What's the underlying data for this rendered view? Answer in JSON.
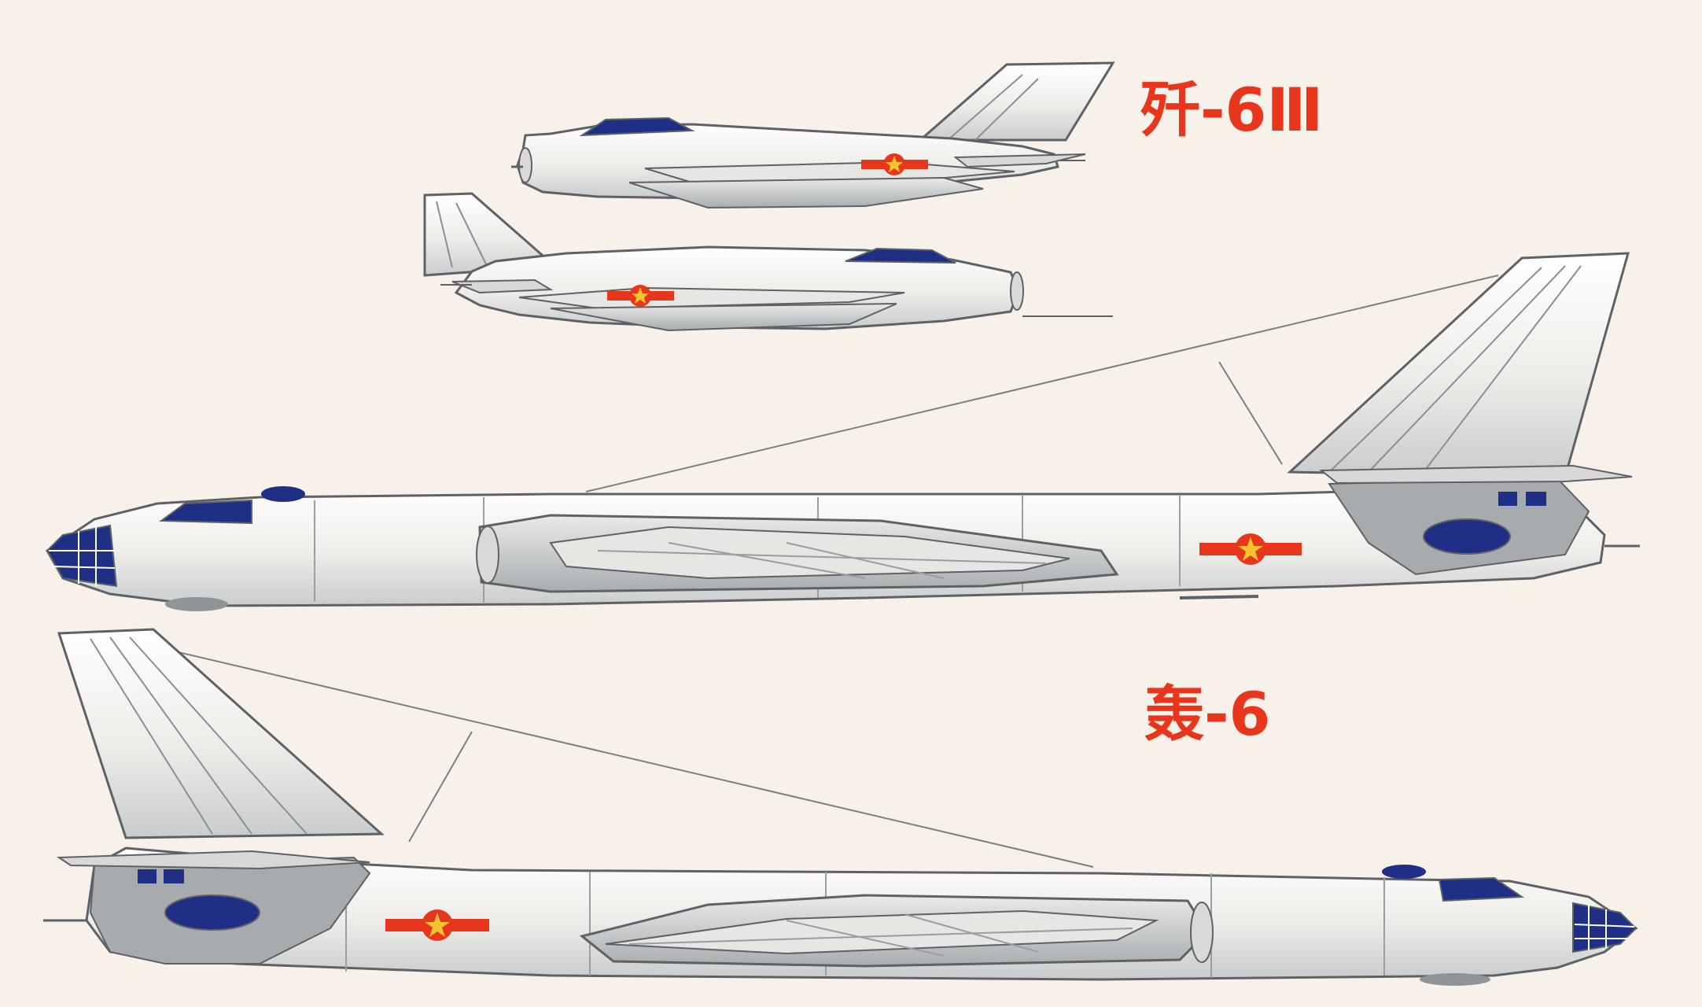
{
  "labels": {
    "fighter": "歼-6Ⅲ",
    "bomber": "轰-6"
  },
  "colors": {
    "background": "#f8f1e9",
    "label": "#e8361c",
    "fuselage": "#f3f2ef",
    "outline": "#5d6266",
    "canopy": "#1f2f86",
    "roundel": "#e8361c",
    "roundel_star": "#f4c430",
    "shadow_grey": "#8f9498"
  },
  "icons": {
    "aircraft_fighter": "side-view-fighter-jet",
    "aircraft_bomber": "side-view-jet-bomber",
    "insignia": "red-star-roundel"
  }
}
